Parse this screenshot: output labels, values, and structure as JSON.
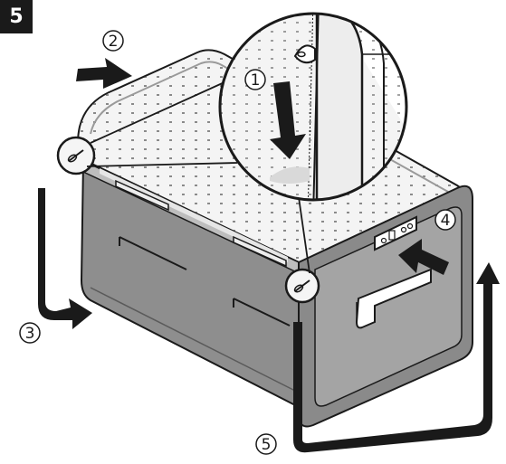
{
  "step": {
    "number": "5"
  },
  "callouts": {
    "c1": "1",
    "c2": "2",
    "c3": "3",
    "c4": "4",
    "c5": "5"
  },
  "colors": {
    "outline": "#1a1a1a",
    "body_fill": "#8c8c8c",
    "body_fill_dark": "#7a7a7a",
    "lid_fill": "#f2f2f2",
    "panel_fill": "#a6a6a6",
    "badge_fill": "#1a1a1a",
    "badge_text": "#ffffff"
  },
  "icons": {
    "arrows": [
      "arrow-right-icon",
      "arrow-down-icon",
      "arrow-l-bend-icon",
      "arrow-left-icon",
      "arrow-u-bend-icon"
    ]
  }
}
